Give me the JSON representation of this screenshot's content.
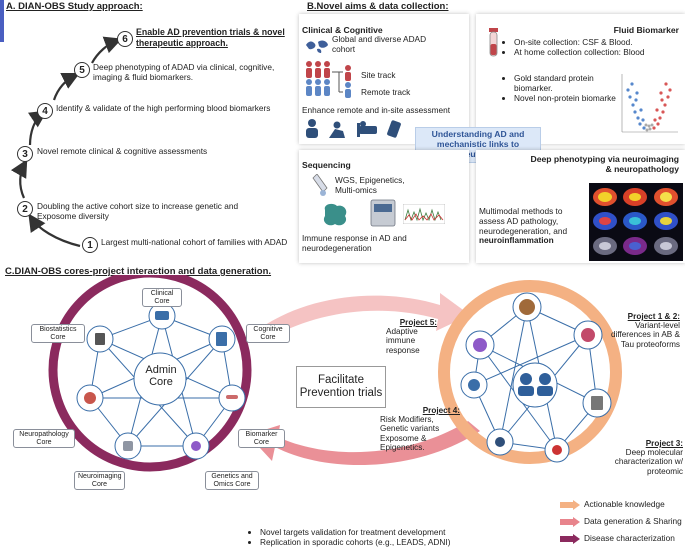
{
  "sectionA": {
    "title": "A. DIAN-OBS Study approach:",
    "steps": [
      {
        "num": "1",
        "text": "Largest multi-national cohort of families with ADAD"
      },
      {
        "num": "2",
        "text": "Doubling the active cohort size to increase genetic and Exposome diversity"
      },
      {
        "num": "3",
        "text": "Novel remote clinical & cognitive assessments"
      },
      {
        "num": "4",
        "text": "Identify & validate of the high performing blood biomarkers"
      },
      {
        "num": "5",
        "text": "Deep phenotyping of ADAD via clinical, cognitive, imaging & fluid biomarkers."
      },
      {
        "num": "6",
        "text": "Enable AD prevention trials & novel therapeutic approach."
      }
    ]
  },
  "sectionB": {
    "title": "B.Novel aims & data collection:",
    "clinical": {
      "title": "Clinical & Cognitive",
      "global": "Global and diverse ADAD cohort",
      "site": "Site track",
      "remote": "Remote track",
      "enhance": "Enhance remote and in-site assessment"
    },
    "fluid": {
      "title": "Fluid Biomarker",
      "bullets": [
        "On-site collection: CSF & Blood.",
        "At home collection collection: Blood"
      ],
      "bullets2": [
        "Gold standard protein biomarker.",
        "Novel non-protein biomarker"
      ]
    },
    "center": "Understanding AD and mechanistic links to therapeutic targets",
    "sequencing": {
      "title": "Sequencing",
      "omics": "WGS, Epigenetics, Multi-omics",
      "immune": "Immune response in AD and neurodegeneration"
    },
    "deep": {
      "title": "Deep phenotyping via neuroimaging & neuropathology",
      "text": "Multimodal methods to assess  AD pathology, neurodegeneration, and ",
      "text_bold": "neuroinflammation"
    }
  },
  "sectionC": {
    "title": "C.DIAN-OBS cores-project interaction and data generation.",
    "admin": "Admin Core",
    "cores": {
      "clinical": "Clinical\nCore",
      "cognitive": "Cognitive\nCore",
      "biomarker": "Biomarker\nCore",
      "genetics": "Genetics and\nOmics Core",
      "neuroimaging": "Neuroimaging\nCore",
      "neuropathology": "Neuropathology\nCore",
      "biostatistics": "Biostatistics\nCore"
    },
    "facilitate": "Facilitate Prevention trials",
    "projects": {
      "p5_title": "Project 5:",
      "p5_text": "Adaptive immune response",
      "p12_title": "Project 1 & 2:",
      "p12_text": "Variant-level differences in AB & Tau proteoforms",
      "p3_title": "Project 3:",
      "p3_text": "Deep molecular characterization w/ proteomic",
      "p4_title": "Project 4:",
      "p4_text": "Risk Modifiers, Genetic variants Exposome & Epigenetics."
    },
    "bullets": [
      "Novel targets validation for treatment development",
      "Replication in sporadic cohorts (e.g., LEADS, ADNI)"
    ],
    "legend": [
      {
        "label": "Actionable knowledge",
        "color": "#f4b183"
      },
      {
        "label": "Data generation & Sharing",
        "color": "#e8848c"
      },
      {
        "label": "Disease characterization",
        "color": "#8b2a5e"
      }
    ]
  },
  "colors": {
    "accent_bar": "#4a5fc1",
    "ring": "#8b2a5e",
    "orange_ring": "#f4b183",
    "center_box": "#dce8f8"
  }
}
